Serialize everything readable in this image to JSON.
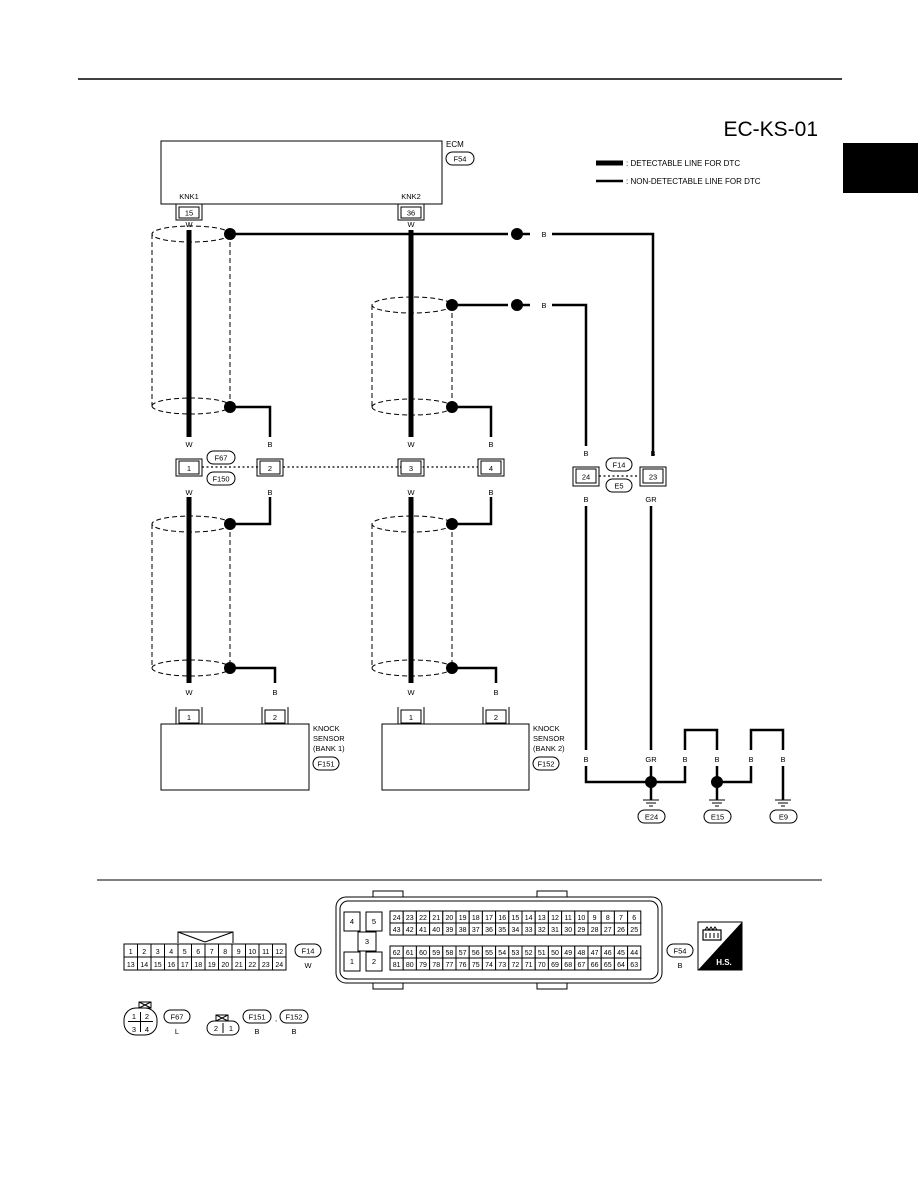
{
  "page": {
    "diagram_id": "EC-KS-01"
  },
  "legend": {
    "detectable": ": DETECTABLE LINE FOR DTC",
    "non_detectable": ": NON-DETECTABLE LINE FOR DTC"
  },
  "ecm": {
    "label": "ECM",
    "connector": "F54",
    "pin_knk1_name": "KNK1",
    "pin_knk1": "15",
    "pin_knk2_name": "KNK2",
    "pin_knk2": "36"
  },
  "colors": {
    "w": "W",
    "b": "B",
    "gr": "GR"
  },
  "joint_connector": {
    "top": "F67",
    "bottom": "F150",
    "pins": [
      "1",
      "2",
      "3",
      "4"
    ]
  },
  "ground_joint": {
    "top": "F14",
    "bottom": "E5",
    "pin_a": "24",
    "pin_b": "23"
  },
  "sensor1": {
    "line1": "KNOCK",
    "line2": "SENSOR",
    "line3": "(BANK 1)",
    "connector": "F151",
    "pin1": "1",
    "pin2": "2"
  },
  "sensor2": {
    "line1": "KNOCK",
    "line2": "SENSOR",
    "line3": "(BANK 2)",
    "connector": "F152",
    "pin1": "1",
    "pin2": "2"
  },
  "grounds": [
    "E24",
    "E15",
    "E9"
  ],
  "connectors": {
    "f14": {
      "label": "F14",
      "color": "W",
      "row1": [
        "1",
        "2",
        "3",
        "4",
        "5",
        "6",
        "7",
        "8",
        "9",
        "10",
        "11",
        "12"
      ],
      "row2": [
        "13",
        "14",
        "15",
        "16",
        "17",
        "18",
        "19",
        "20",
        "21",
        "22",
        "23",
        "24"
      ]
    },
    "f54": {
      "label": "F54",
      "color": "B",
      "left_pins": [
        "4",
        "5",
        "3",
        "1",
        "2"
      ],
      "row1": [
        "24",
        "23",
        "22",
        "21",
        "20",
        "19",
        "18",
        "17",
        "16",
        "15",
        "14",
        "13",
        "12",
        "11",
        "10",
        "9",
        "8",
        "7",
        "6"
      ],
      "row2": [
        "43",
        "42",
        "41",
        "40",
        "39",
        "38",
        "37",
        "36",
        "35",
        "34",
        "33",
        "32",
        "31",
        "30",
        "29",
        "28",
        "27",
        "26",
        "25"
      ],
      "row3": [
        "62",
        "61",
        "60",
        "59",
        "58",
        "57",
        "56",
        "55",
        "54",
        "53",
        "52",
        "51",
        "50",
        "49",
        "48",
        "47",
        "46",
        "45",
        "44"
      ],
      "row4": [
        "81",
        "80",
        "79",
        "78",
        "77",
        "76",
        "75",
        "74",
        "73",
        "72",
        "71",
        "70",
        "69",
        "68",
        "67",
        "66",
        "65",
        "64",
        "63"
      ]
    },
    "f67": {
      "label": "F67",
      "color": "L",
      "pins": [
        "1",
        "2",
        "3",
        "4"
      ]
    },
    "f151_f152": {
      "label_a": "F151",
      "separator": ",",
      "label_b": "F152",
      "color_a": "B",
      "color_b": "B",
      "pins": [
        "2",
        "1"
      ]
    },
    "hs_badge": "H.S."
  }
}
